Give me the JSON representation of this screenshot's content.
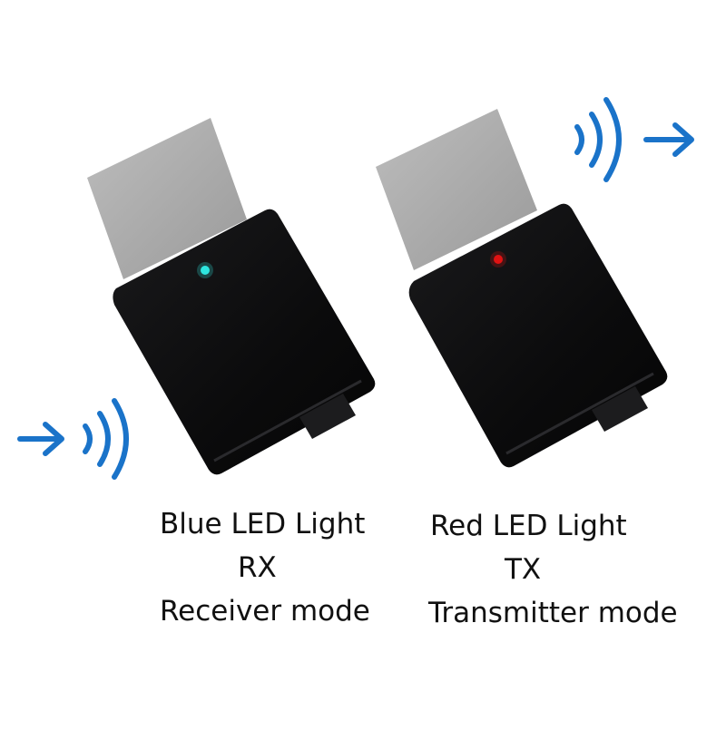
{
  "colors": {
    "background": "#ffffff",
    "dongle_body": "#0b0b0c",
    "usb_plug": "#a8a8a8",
    "signal_blue": "#1a73c9",
    "led_blue": "#2ee6e0",
    "led_red": "#e01212",
    "text": "#111111"
  },
  "left_device": {
    "icon": "usb-bluetooth-dongle",
    "led_color_name": "blue",
    "signal_direction": "incoming",
    "caption": {
      "line1": "Blue LED Light",
      "line2": "RX",
      "line3": "Receiver mode"
    }
  },
  "right_device": {
    "icon": "usb-bluetooth-dongle",
    "led_color_name": "red",
    "signal_direction": "outgoing",
    "caption": {
      "line1": "Red LED Light",
      "line2": "TX",
      "line3": "Transmitter mode"
    }
  }
}
